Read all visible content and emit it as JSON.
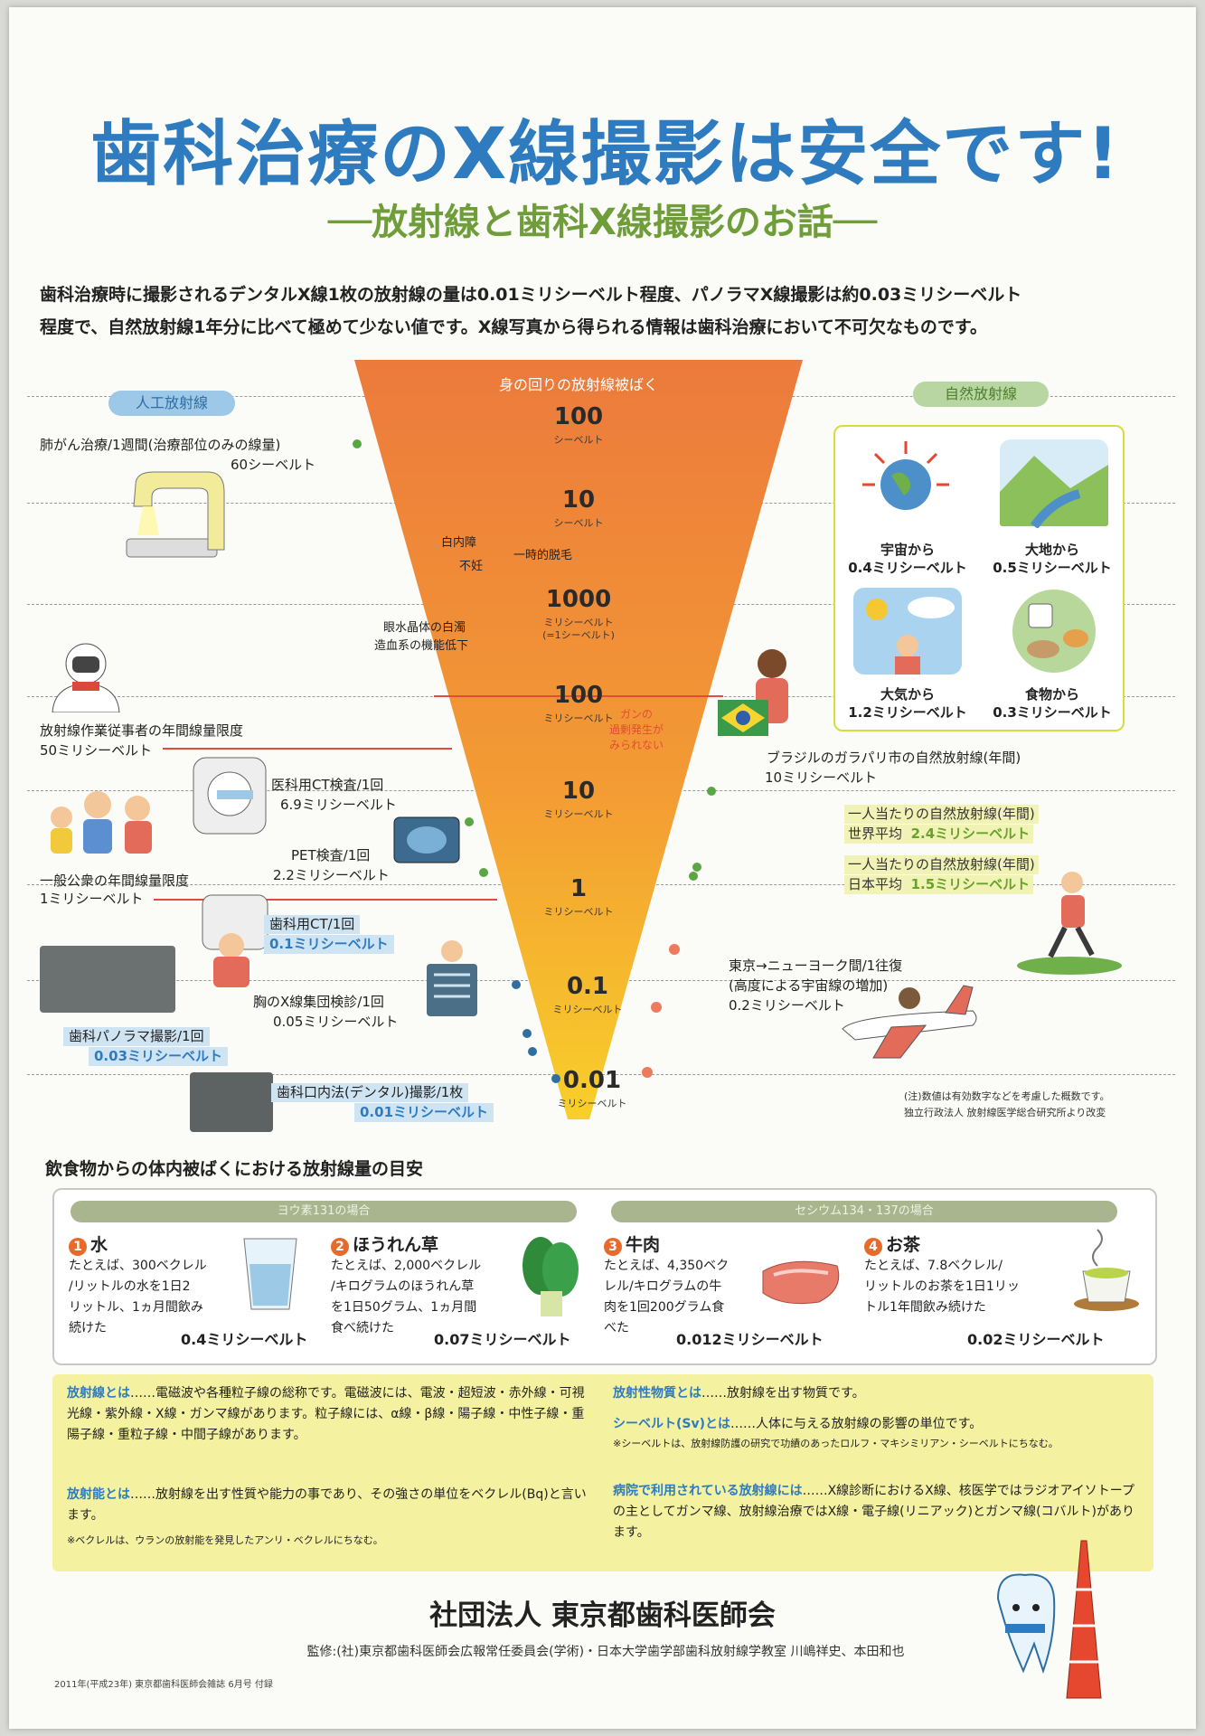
{
  "title": "歯科治療のX線撮影は安全です!",
  "subtitle": "──放射線と歯科X線撮影のお話──",
  "intro": [
    "歯科治療時に撮影されるデンタルX線1枚の放射線の量は0.01ミリシーベルト程度、パノラマX線撮影は約0.03ミリシーベルト",
    "程度で、自然放射線1年分に比べて極めて少ない値です。X線写真から得られる情報は歯科治療において不可欠なものです。"
  ],
  "chart": {
    "header": "身の回りの放射線被ばく",
    "artificial_tag": "人工放射線",
    "natural_tag": "自然放射線",
    "scale": [
      {
        "num": "100",
        "unit": "シーベルト"
      },
      {
        "num": "10",
        "unit": "シーベルト"
      },
      {
        "num": "1000",
        "unit": "ミリシーベルト",
        "unit2": "(=1シーベルト)"
      },
      {
        "num": "100",
        "unit": "ミリシーベルト"
      },
      {
        "num": "10",
        "unit": "ミリシーベルト"
      },
      {
        "num": "1",
        "unit": "ミリシーベルト"
      },
      {
        "num": "0.1",
        "unit": "ミリシーベルト"
      },
      {
        "num": "0.01",
        "unit": "ミリシーベルト"
      }
    ],
    "effects": {
      "cataract": "白内障",
      "sterility": "不妊",
      "hair_loss": "一時的脱毛",
      "lens_opacity": "眼水晶体の白濁",
      "hemato": "造血系の機能低下",
      "cancer": "ガンの\n過剰発生が\nみられない"
    },
    "left": {
      "lung_cancer": {
        "label": "肺がん治療/1週間(治療部位のみの線量)",
        "value": "60シーベルト"
      },
      "worker": {
        "label": "放射線作業従事者の年間線量限度",
        "value": "50ミリシーベルト"
      },
      "ct": {
        "label": "医科用CT検査/1回",
        "value": "6.9ミリシーベルト"
      },
      "pet": {
        "label": "PET検査/1回",
        "value": "2.2ミリシーベルト"
      },
      "public": {
        "label": "一般公衆の年間線量限度",
        "value": "1ミリシーベルト"
      },
      "dental_ct": {
        "label": "歯科用CT/1回",
        "value": "0.1ミリシーベルト"
      },
      "chest": {
        "label": "胸のX線集団検診/1回",
        "value": "0.05ミリシーベルト"
      },
      "panorama": {
        "label": "歯科パノラマ撮影/1回",
        "value": "0.03ミリシーベルト"
      },
      "dental": {
        "label": "歯科口内法(デンタル)撮影/1枚",
        "value": "0.01ミリシーベルト"
      }
    },
    "right": {
      "brazil": {
        "label": "ブラジルのガラパリ市の自然放射線(年間)",
        "value": "10ミリシーベルト"
      },
      "world": {
        "label": "一人当たりの自然放射線(年間)",
        "sub": "世界平均",
        "value": "2.4ミリシーベルト"
      },
      "japan": {
        "label": "一人当たりの自然放射線(年間)",
        "sub": "日本平均",
        "value": "1.5ミリシーベルト"
      },
      "flight": {
        "label": "東京→ニューヨーク間/1往復",
        "sub": "(高度による宇宙線の増加)",
        "value": "0.2ミリシーベルト"
      }
    },
    "natural_sources": [
      {
        "label": "宇宙から",
        "value": "0.4ミリシーベルト"
      },
      {
        "label": "大地から",
        "value": "0.5ミリシーベルト"
      },
      {
        "label": "大気から",
        "value": "1.2ミリシーベルト"
      },
      {
        "label": "食物から",
        "value": "0.3ミリシーベルト"
      }
    ],
    "note1": "(注)数値は有効数字などを考慮した概数です。",
    "note2": "独立行政法人 放射線医学総合研究所より改変"
  },
  "food": {
    "heading": "飲食物からの体内被ばくにおける放射線量の目安",
    "bar1": "ヨウ素131の場合",
    "bar2": "セシウム134・137の場合",
    "items": [
      {
        "num": "1",
        "name": "水",
        "text": [
          "たとえば、300ベクレル",
          "/リットルの水を1日2",
          "リットル、1ヵ月間飲み",
          "続けた"
        ],
        "result": "0.4ミリシーベルト"
      },
      {
        "num": "2",
        "name": "ほうれん草",
        "text": [
          "たとえば、2,000ベクレル",
          "/キログラムのほうれん草",
          "を1日50グラム、1ヵ月間",
          "食べ続けた"
        ],
        "result": "0.07ミリシーベルト"
      },
      {
        "num": "3",
        "name": "牛肉",
        "text": [
          "たとえば、4,350ベク",
          "レル/キログラムの牛",
          "肉を1回200グラム食",
          "べた"
        ],
        "result": "0.012ミリシーベルト"
      },
      {
        "num": "4",
        "name": "お茶",
        "text": [
          "たとえば、7.8ベクレル/",
          "リットルのお茶を1日1リッ",
          "トル1年間飲み続けた"
        ],
        "result": "0.02ミリシーベルト"
      }
    ]
  },
  "definitions": {
    "radiation_k": "放射線とは",
    "radiation": "……電磁波や各種粒子線の総称です。電磁波には、電波・超短波・赤外線・可視光線・紫外線・X線・ガンマ線があります。粒子線には、α線・β線・陽子線・中性子線・重陽子線・重粒子線・中間子線があります。",
    "activity_k": "放射能とは",
    "activity": "……放射線を出す性質や能力の事であり、その強さの単位をベクレル(Bq)と言います。",
    "activity_note": "※ベクレルは、ウランの放射能を発見したアンリ・ベクレルにちなむ。",
    "material_k": "放射性物質とは",
    "material": "……放射線を出す物質です。",
    "sievert_k": "シーベルト(Sv)とは",
    "sievert": "……人体に与える放射線の影響の単位です。",
    "sievert_note": "※シーベルトは、放射線防護の研究で功績のあったロルフ・マキシミリアン・シーベルトにちなむ。",
    "hospital_k": "病院で利用されている放射線には",
    "hospital": "……X線診断におけるX線、核医学ではラジオアイソトープの主としてガンマ線、放射線治療ではX線・電子線(リニアック)とガンマ線(コバルト)があります。"
  },
  "organization": "社団法人 東京都歯科医師会",
  "supervision": "監修:(社)東京都歯科医師会広報常任委員会(学術)・日本大学歯学部歯科放射線学教室 川嶋祥史、本田和也",
  "footnote": "2011年(平成23年) 東京都歯科医師会雑誌 6月号 付録",
  "colors": {
    "title": "#2e7cbf",
    "subtitle": "#6e9d3a",
    "funnel_top": "#ec7a3c",
    "funnel_bottom": "#f7c42a",
    "accent_red": "#e34b3a"
  }
}
